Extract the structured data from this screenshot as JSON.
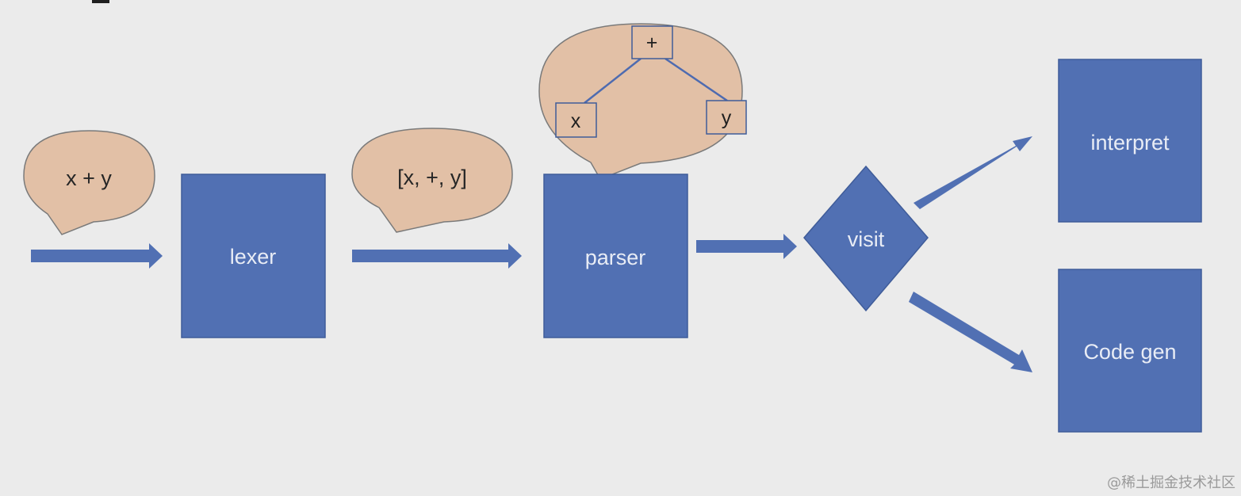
{
  "colors": {
    "background": "#ebebeb",
    "block_fill": "#5170b3",
    "block_stroke": "#3f5c99",
    "bubble_fill": "#e2c0a6",
    "bubble_stroke": "#7a7a7a",
    "arrow": "#5170b3",
    "tree_line": "#4e6bb0"
  },
  "nodes": {
    "lexer": "lexer",
    "parser": "parser",
    "visit": "visit",
    "interpret": "interpret",
    "codegen": "Code gen"
  },
  "bubbles": {
    "source": "x + y",
    "tokens": "[x, +, y]"
  },
  "ast": {
    "root": "+",
    "left": "x",
    "right": "y"
  },
  "watermark": "@稀土掘金技术社区"
}
